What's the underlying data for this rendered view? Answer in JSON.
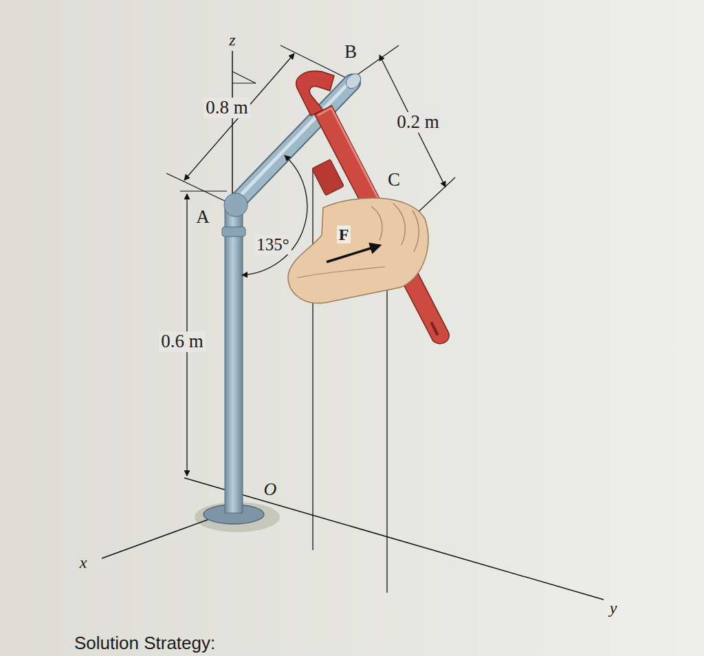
{
  "diagram": {
    "labels": [
      "z",
      "0.8 m",
      "B",
      "0.2 m",
      "A",
      "C",
      "135°",
      "F",
      "0.6 m",
      "O",
      "x",
      "y",
      "Solution Strategy:"
    ]
  }
}
